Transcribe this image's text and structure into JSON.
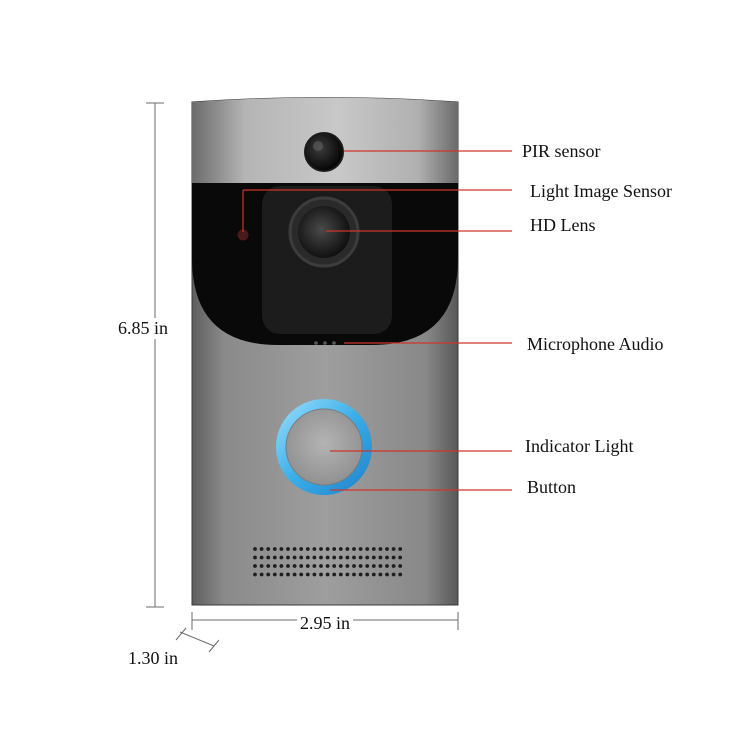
{
  "labels": {
    "pir_sensor": "PIR sensor",
    "light_image_sensor": "Light Image Sensor",
    "hd_lens": "HD Lens",
    "microphone_audio": "Microphone Audio",
    "indicator_light": "Indicator Light",
    "button": "Button"
  },
  "dimensions": {
    "height": "6.85 in",
    "width": "2.95 in",
    "depth": "1.30 in"
  },
  "colors": {
    "leader_line": "#d0342c",
    "indicator_ring": "#3aaee8",
    "body": "#8c8c8c",
    "face": "#0a0a0a"
  }
}
